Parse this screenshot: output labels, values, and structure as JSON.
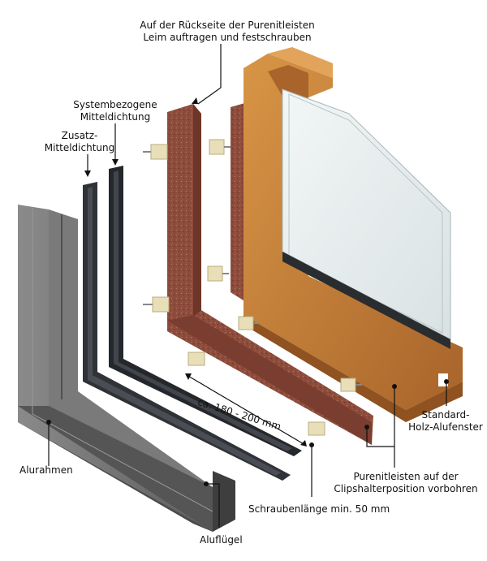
{
  "labels": {
    "glue_line1": "Auf der Rückseite der Purenitleisten",
    "glue_line2": "Leim auftragen und festschrauben",
    "system_line1": "Systembezogene",
    "system_line2": "Mitteldichtung",
    "extra_line1": "Zusatz-",
    "extra_line2": "Mitteldichtung",
    "standard_line1": "Standard-",
    "standard_line2": "Holz-Alufenster",
    "alurahmen": "Alurahmen",
    "purenit_line1": "Purenitleisten auf der",
    "purenit_line2": "Clipshalterposition vorbohren",
    "screw_length": "Schraubenlänge min. 50 mm",
    "spacing": "ca. 180 - 200 mm",
    "alufluegel": "Aluflügel"
  },
  "colors": {
    "aluminium": "#6b6b6b",
    "aluminium_dark": "#3c3c3c",
    "gasket": "#2f3236",
    "purenit": "#8a4a3a",
    "wood": "#c8823a",
    "glass": "#e6ecec",
    "clip": "#e8dfb8"
  }
}
